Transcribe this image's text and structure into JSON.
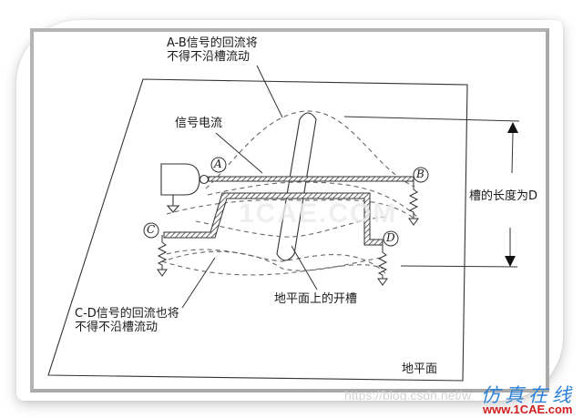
{
  "diagram": {
    "labels": {
      "ab_return_line1": "A-B信号的回流将",
      "ab_return_line2": "不得不沿槽流动",
      "signal_current": "信号电流",
      "slot_length": "槽的长度为D",
      "slot_on_plane": "地平面上的开槽",
      "cd_return_line1": "C-D信号的回流也将",
      "cd_return_line2": "不得不沿槽流动",
      "ground_plane": "地平面"
    },
    "nodes": {
      "A": "A",
      "B": "B",
      "C": "C",
      "D": "D"
    },
    "components": [
      "driver-gate",
      "trace-A-B",
      "trace-C-D",
      "resistor-B",
      "resistor-C",
      "resistor-D",
      "ground-symbols",
      "ground-plane-slot",
      "dimension-arrow-D"
    ]
  },
  "watermarks": {
    "url": "https://blog.csdn.net/w",
    "logo_cn": "仿真在线",
    "logo_url": "www.1CAE.com",
    "center": "1CAE.COM"
  },
  "colors": {
    "frame": "#a9a9a9",
    "line": "#333333",
    "logo_blue": "#2a80d8",
    "logo_red": "#d21e1e"
  }
}
